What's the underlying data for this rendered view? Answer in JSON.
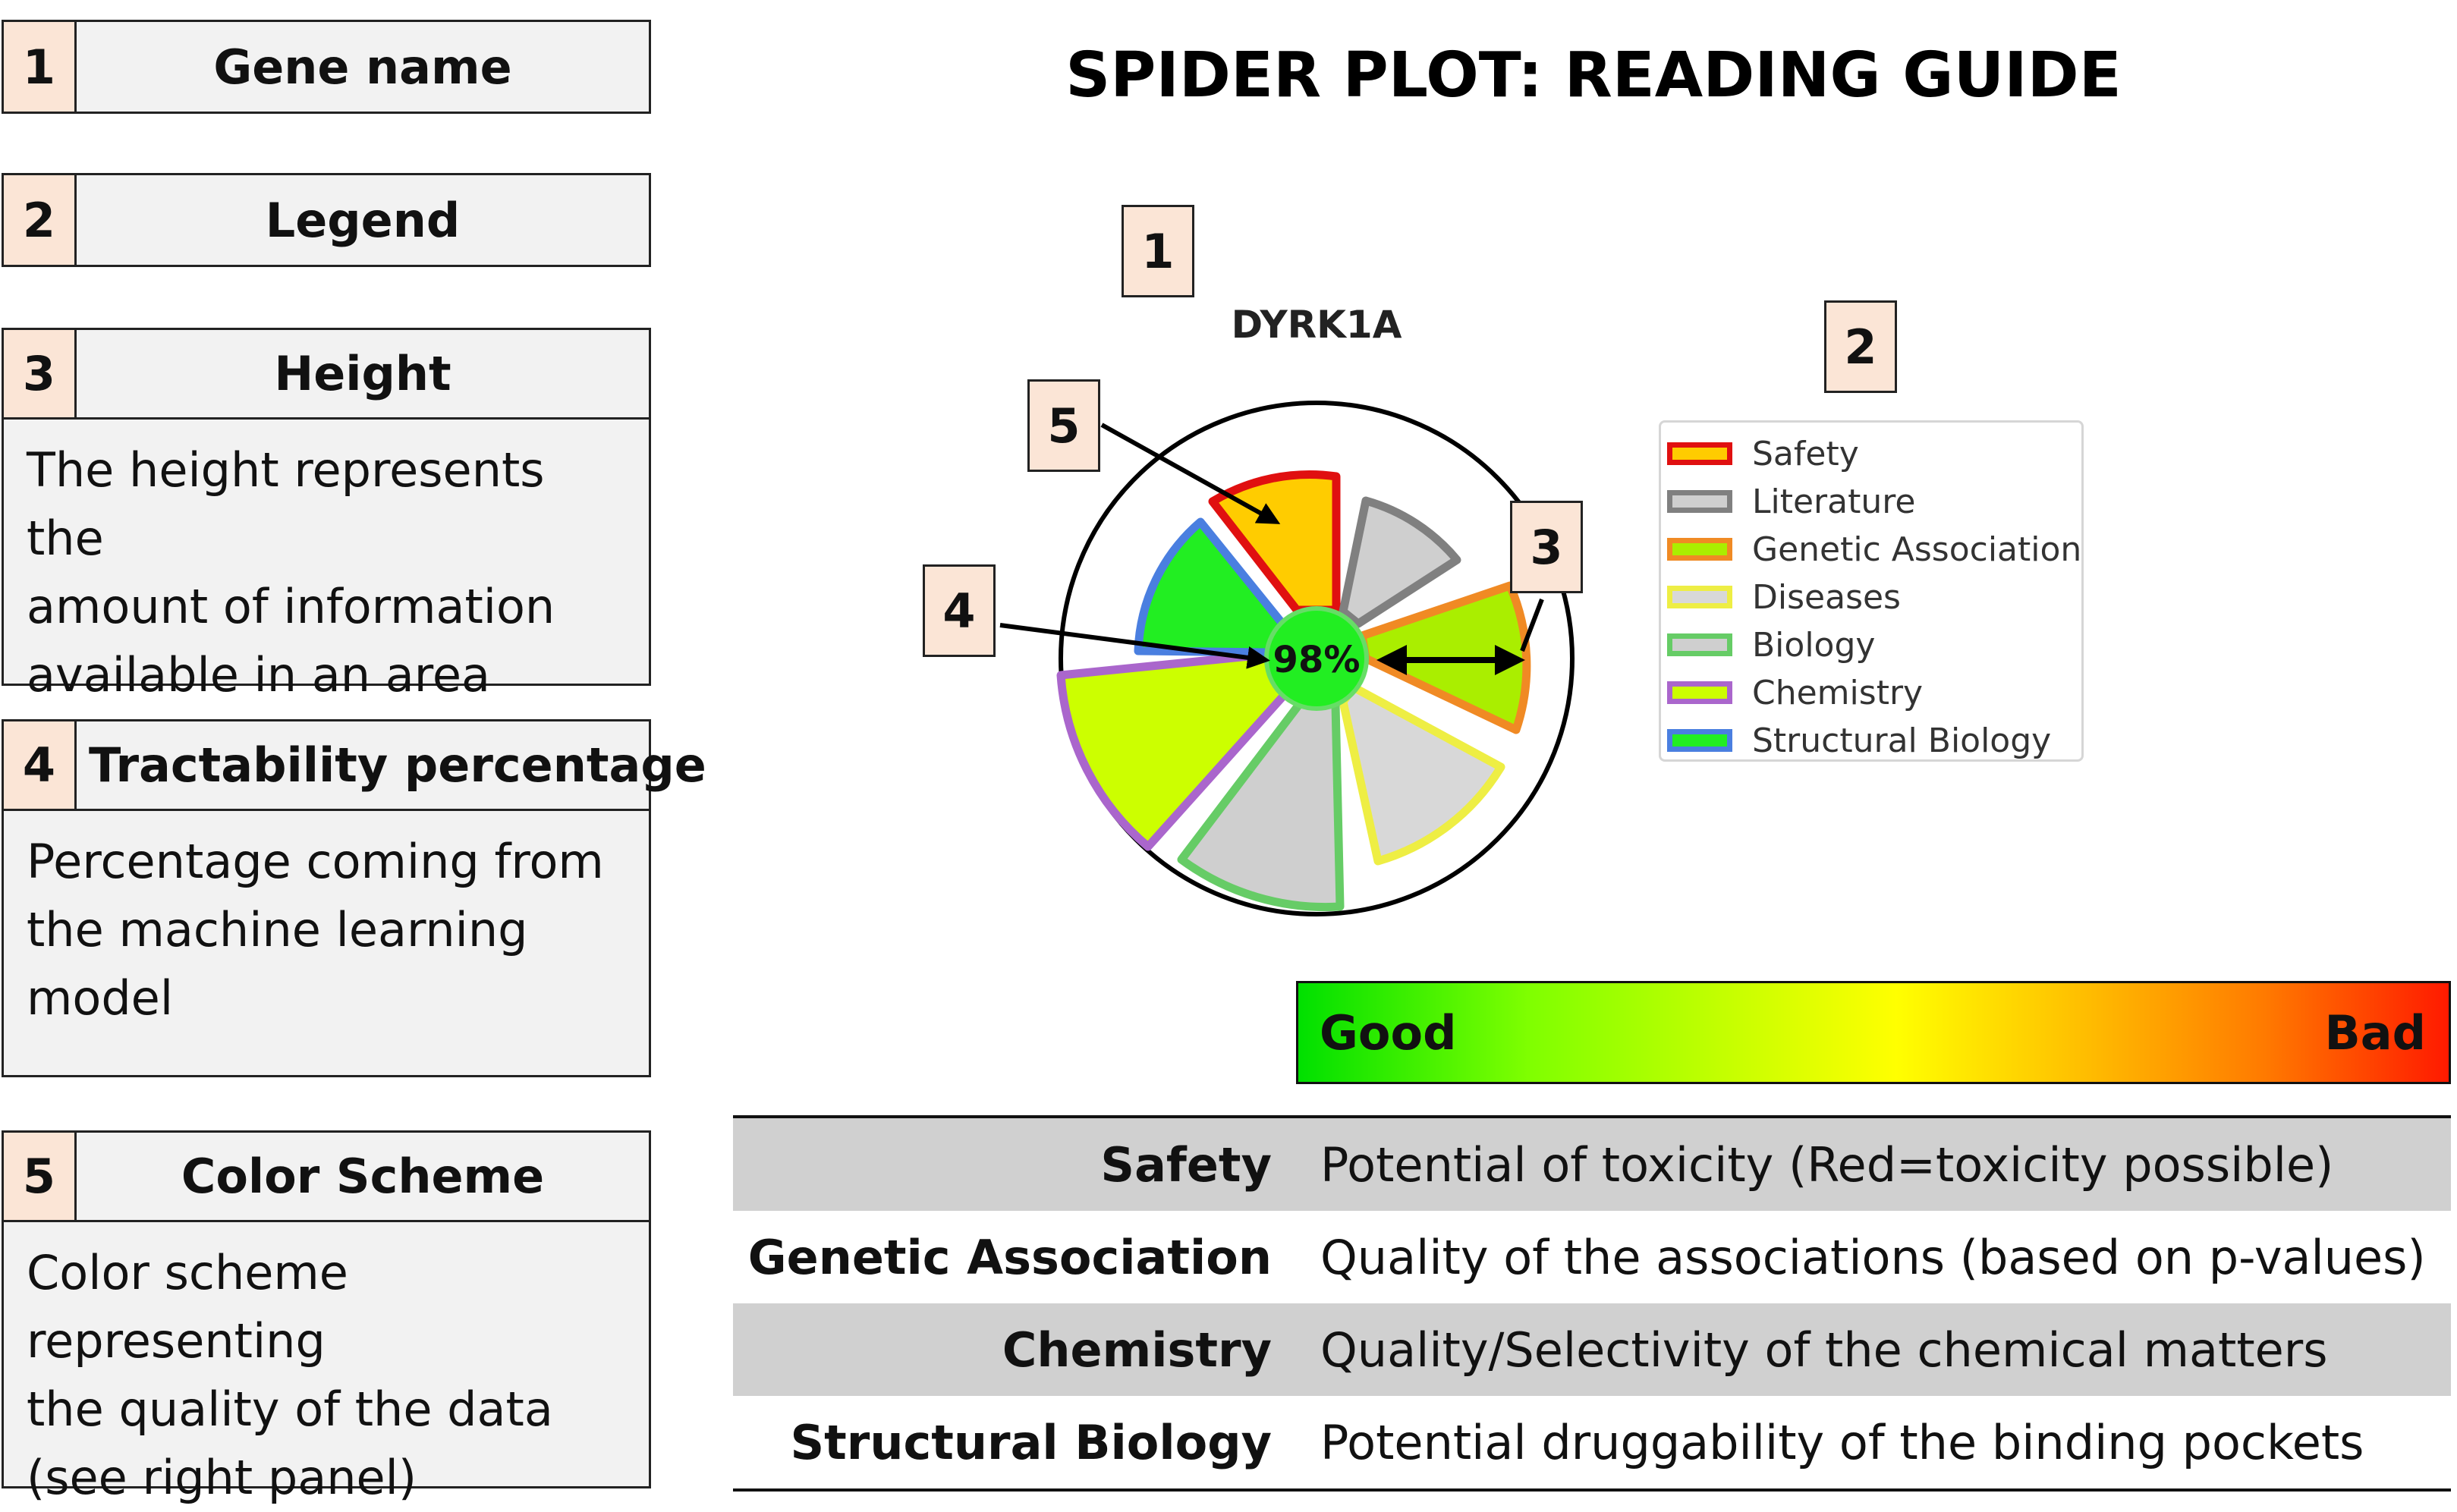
{
  "title": "SPIDER PLOT: READING GUIDE",
  "cards": [
    {
      "num": "1",
      "title": "Gene name"
    },
    {
      "num": "2",
      "title": "Legend"
    },
    {
      "num": "3",
      "title": "Height",
      "body": [
        "The height represents the",
        "amount of information",
        "available in an area"
      ]
    },
    {
      "num": "4",
      "title": "Tractability percentage",
      "body": [
        "Percentage coming from",
        "the machine learning",
        "model"
      ]
    },
    {
      "num": "5",
      "title": "Color Scheme",
      "body": [
        "Color scheme representing",
        "the quality of the data",
        "(see right panel)"
      ]
    }
  ],
  "callouts": [
    "1",
    "2",
    "3",
    "4",
    "5"
  ],
  "plot": {
    "gene": "DYRK1A",
    "center_label": "98%"
  },
  "legend": [
    {
      "label": "Safety",
      "edge": "#e01010",
      "fill": "#ffcc00"
    },
    {
      "label": "Literature",
      "edge": "#808080",
      "fill": "#cfcfcf"
    },
    {
      "label": "Genetic Association",
      "edge": "#f08a24",
      "fill": "#aaee00"
    },
    {
      "label": "Diseases",
      "edge": "#eeee44",
      "fill": "#d8d8d8"
    },
    {
      "label": "Biology",
      "edge": "#66cc66",
      "fill": "#cfcfcf"
    },
    {
      "label": "Chemistry",
      "edge": "#aa66cc",
      "fill": "#ccff00"
    },
    {
      "label": "Structural Biology",
      "edge": "#4a7fe0",
      "fill": "#22ee22"
    }
  ],
  "scale": {
    "good": "Good",
    "bad": "Bad"
  },
  "table": [
    {
      "key": "Safety",
      "value": "Potential of toxicity (Red=toxicity possible)"
    },
    {
      "key": "Genetic Association",
      "value": "Quality of the associations (based on p-values)"
    },
    {
      "key": "Chemistry",
      "value": "Quality/Selectivity of the chemical matters"
    },
    {
      "key": "Structural Biology",
      "value": "Potential druggability of the binding pockets"
    }
  ]
}
